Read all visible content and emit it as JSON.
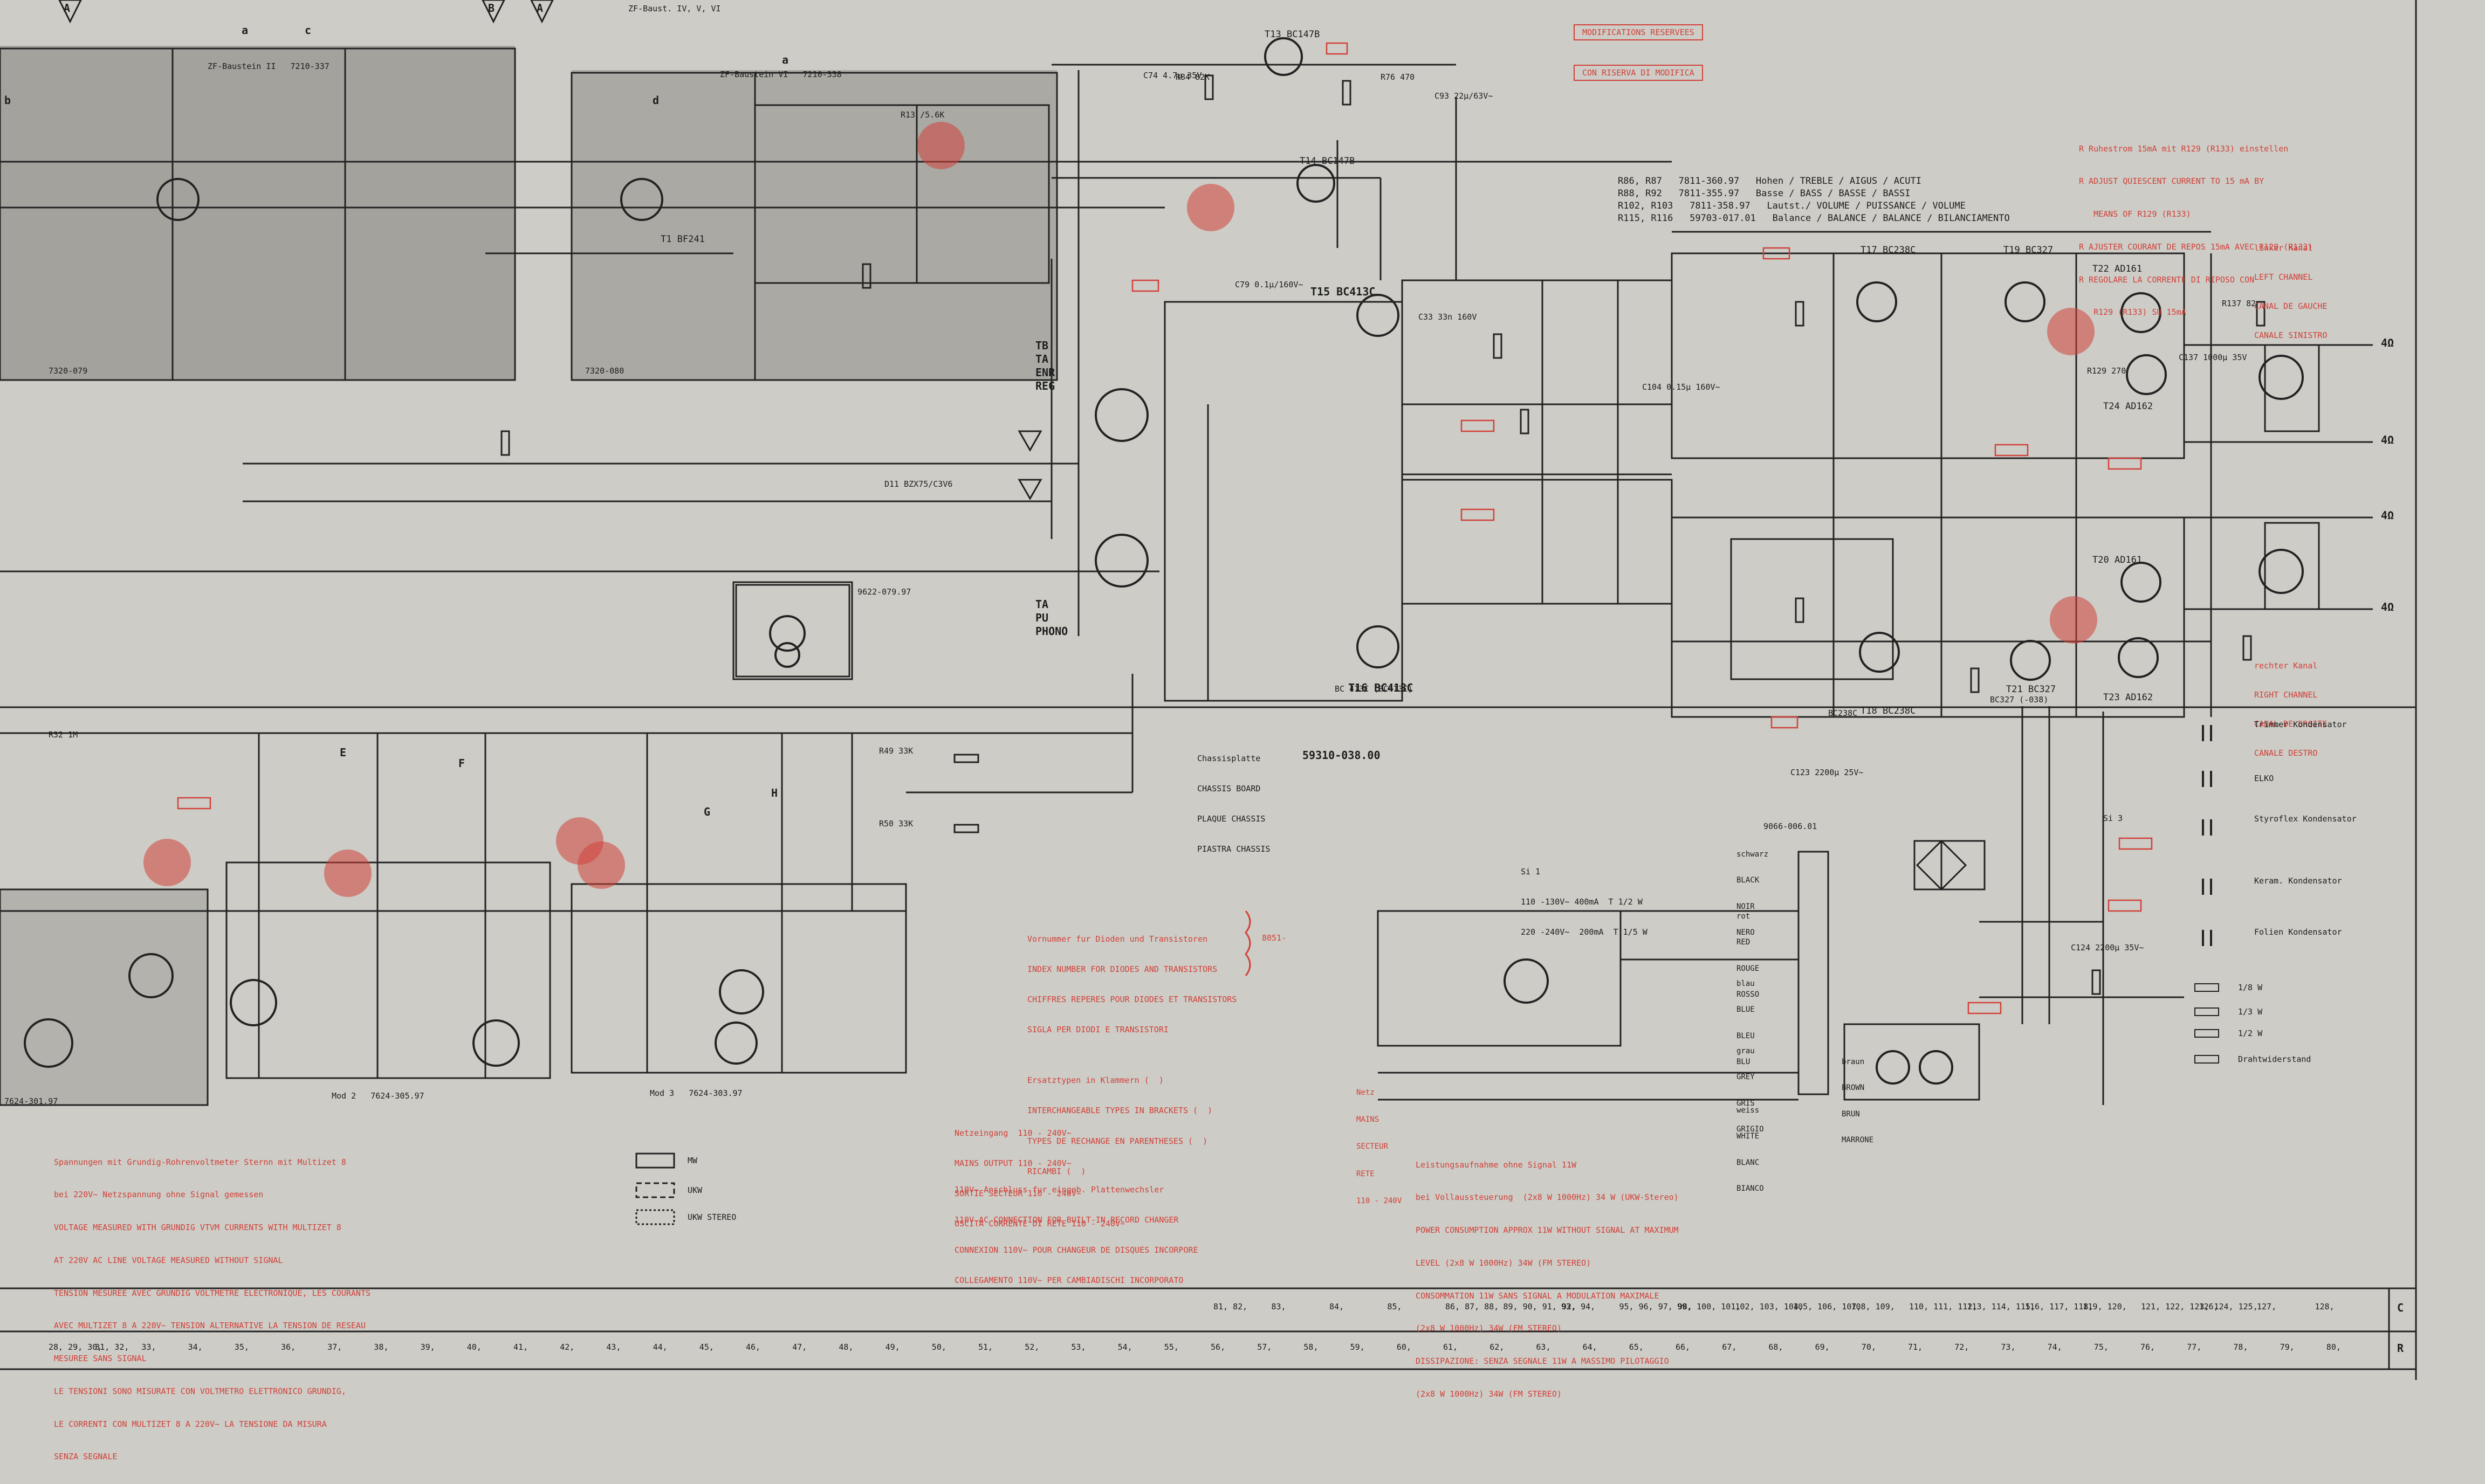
{
  "colors": {
    "ink": "#1e1e1e",
    "red": "#d2413a",
    "paper": "#cdccc6",
    "shaded": "#9c9b96"
  },
  "header": {
    "modifications_reserved": "MODIFICATIONS RESERVEES",
    "con_riserva": "CON RISERVA DI MODIFICA",
    "zf_baustein_vi": "ZF-Baust. IV, V, VI",
    "zf_baustein_ii": "ZF-Baustein II   7210-337",
    "zf_baustein_v": "ZF-Baustein VI   7210-338"
  },
  "top_terminals": [
    "A",
    "B",
    "A"
  ],
  "module_numbers": {
    "m7320_079": "7320-079",
    "m7320_080": "7320-080",
    "m9622_079": "9622-079.97",
    "mod2": "Mod 2   7624-305.97",
    "mod3": "Mod 3   7624-303.97",
    "m9066": "9066-006.01",
    "m7624_301": "7624-301.97"
  },
  "circle_labels": [
    "a",
    "b",
    "c",
    "d",
    "E",
    "F",
    "G",
    "H",
    "a"
  ],
  "parts_list": [
    {
      "ref": "R86, R87",
      "num": "7811-360.97",
      "desc": "Hohen / TREBLE / AIGUS / ACUTI"
    },
    {
      "ref": "R88, R92",
      "num": "7811-355.97",
      "desc": "Basse / BASS / BASSE / BASSI"
    },
    {
      "ref": "R102, R103",
      "num": "7811-358.97",
      "desc": "Lautst./ VOLUME / PUISSANCE / VOLUME"
    },
    {
      "ref": "R115, R116",
      "num": "59703-017.01",
      "desc": "Balance / BALANCE / BALANCE / BILANCIAMENTO"
    }
  ],
  "adjust_note": [
    "R Ruhestrom 15mA mit R129 (R133) einstellen",
    "R ADJUST QUIESCENT CURRENT TO 15 mA BY",
    "   MEANS OF R129 (R133)",
    "R AJUSTER COURANT DE REPOS 15mA AVEC R129 (R133)",
    "R REGOLARE LA CORRENTE DI RIPOSO CON",
    "   R129 (R133) SU 15mA"
  ],
  "left_channel": [
    "linker Kanal",
    "LEFT CHANNEL",
    "CANAL DE GAUCHE",
    "CANALE SINISTRO"
  ],
  "right_channel": [
    "rechter Kanal",
    "RIGHT CHANNEL",
    "CANAL DE DROITE",
    "CANALE DESTRO"
  ],
  "transistors": [
    {
      "name": "T13",
      "type": "BC147B"
    },
    {
      "name": "T14",
      "type": "BC147B"
    },
    {
      "name": "T15",
      "type": "BC413C"
    },
    {
      "name": "T16",
      "type": "BC413C"
    },
    {
      "name": "T17",
      "type": "BC238C"
    },
    {
      "name": "T18",
      "type": "BC238C"
    },
    {
      "name": "T19",
      "type": "BC327"
    },
    {
      "name": "T20",
      "type": "AD161"
    },
    {
      "name": "T21",
      "type": "BC327"
    },
    {
      "name": "T22",
      "type": "AD161"
    },
    {
      "name": "T23",
      "type": "AD162"
    },
    {
      "name": "T24",
      "type": "AD162"
    },
    {
      "name": "T1",
      "type": "BF241"
    }
  ],
  "inputs": [
    "TB",
    "TA",
    "ENR",
    "REG",
    "TA",
    "PU",
    "PHONO"
  ],
  "chassis_note": [
    "Chassisplatte",
    "CHASSIS BOARD",
    "PLAQUE CHASSIS",
    "PIASTRA CHASSIS"
  ],
  "chassis_number": "59310-038.00",
  "index_note": [
    "Vornummer fur Dioden und Transistoren",
    "INDEX NUMBER FOR DIODES AND TRANSISTORS",
    "CHIFFRES REPERES POUR DIODES ET TRANSISTORS",
    "SIGLA PER DIODI E TRANSISTORI",
    "",
    "Ersatztypen in Klammern (  )",
    "INTERCHANGEABLE TYPES IN BRACKETS (  )",
    "TYPES DE RECHANGE EN PARENTHESES (  )",
    "RICAMBI (  )"
  ],
  "index_code": "8051-",
  "netz_note": [
    "Netzeingang  110 - 240V~",
    "MAINS OUTPUT 110 - 240V~",
    "SORTIE SECTEUR 110 - 240V~",
    "USCITA CORRENTE DI RETE 110 - 240V~"
  ],
  "anschluss_note": [
    "110V~ Anschluss fur eingeb. Plattenwechsler",
    "110V AC CONNECTION FOR BUILT-IN RECORD CHANGER",
    "CONNEXION 110V~ POUR CHANGEUR DE DISQUES INCORPORE",
    "COLLEGAMENTO 110V~ PER CAMBIADISCHI INCORPORATO"
  ],
  "measure_note": [
    "Spannungen mit Grundig-Rohrenvoltmeter Sternn mit Multizet 8",
    "bei 220V~ Netzspannung ohne Signal gemessen",
    "VOLTAGE MEASURED WITH GRUNDIG VTVM CURRENTS WITH MULTIZET 8",
    "AT 220V AC LINE VOLTAGE MEASURED WITHOUT SIGNAL",
    "TENSION MESUREE AVEC GRUNDIG VOLTMETRE ELECTRONIQUE, LES COURANTS",
    "AVEC MULTIZET 8 A 220V~ TENSION ALTERNATIVE LA TENSION DE RESEAU",
    "MESUREE SANS SIGNAL",
    "LE TENSIONI SONO MISURATE CON VOLTMETRO ELETTRONICO GRUNDIG,",
    "LE CORRENTI CON MULTIZET 8 A 220V~ LA TENSIONE DA MISURA",
    "SENZA SEGNALE"
  ],
  "mode_legend": [
    "MW",
    "UKW",
    "UKW STEREO"
  ],
  "power_note": [
    "Leistungsaufnahme ohne Signal 11W",
    "bei Vollaussteuerung  (2x8 W 1000Hz) 34 W (UKW-Stereo)",
    "POWER CONSUMPTION APPROX 11W WITHOUT SIGNAL AT MAXIMUM",
    "LEVEL (2x8 W 1000Hz) 34W (FM STEREO)",
    "CONSOMMATION 11W SANS SIGNAL A MODULATION MAXIMALE",
    "(2x8 W 1000Hz) 34W (FM STEREO)",
    "DISSIPAZIONE: SENZA SEGNALE 11W A MASSIMO PILOTAGGIO",
    "(2x8 W 1000Hz) 34W (FM STEREO)"
  ],
  "supply_text": [
    "Si 1",
    "110 -130V~ 400mA  T 1/2 W",
    "220 -240V~  200mA  T 1/5 W"
  ],
  "wire_colors": [
    "schwarz",
    "BLACK",
    "NOIR",
    "NERO",
    "rot",
    "RED",
    "ROUGE",
    "ROSSO",
    "blau",
    "BLUE",
    "BLEU",
    "BLU",
    "grau",
    "GREY",
    "GRIS",
    "GRIGIO",
    "weiss",
    "WHITE",
    "BLANC",
    "BIANCO",
    "braun",
    "BROWN",
    "BRUN",
    "MARRONE"
  ],
  "mains_label": [
    "Netz",
    "MAINS",
    "SECTEUR",
    "RETE",
    "110 - 240V"
  ],
  "cap_legend": [
    {
      "sym": "=",
      "label": "Trimmer Kondensator"
    },
    {
      "sym": "=",
      "label": "ELKO"
    },
    {
      "sym": "=",
      "label": "Styroflex Kondensator"
    },
    {
      "sym": "=",
      "label": "Keram. Kondensator"
    },
    {
      "sym": "=",
      "label": "Folien Kondensator"
    },
    {
      "sym": "=",
      "label": "1/8 W"
    },
    {
      "sym": "=",
      "label": "1/3 W"
    },
    {
      "sym": "=",
      "label": "1/2 W"
    },
    {
      "sym": "=",
      "label": "Drahtwiderstand"
    }
  ],
  "output_labels": [
    "4Ω",
    "4Ω",
    "4Ω",
    "4Ω"
  ],
  "fuse": "Si 3",
  "bottom_ref_row1": [
    "81, 82,",
    "83,",
    "84,",
    "85,",
    "86, 87, 88,",
    "89, 90, 91, 92,",
    "93, 94,",
    "95, 96, 97, 98,",
    "99, 100, 101,",
    "102, 103, 104,",
    "105, 106, 107,",
    "108, 109,",
    "110, 111, 112,",
    "113, 114, 115,",
    "116, 117, 118,",
    "119, 120,",
    "121, 122, 123, 124, 125,",
    "126,",
    "127,",
    "128,"
  ],
  "bottom_ref_row2": [
    "28, 29, 30,",
    "31, 32,",
    "33,",
    "34,",
    "35,",
    "36,",
    "37,",
    "38,",
    "39,",
    "40,",
    "41,",
    "42,",
    "43,",
    "44,",
    "45,",
    "46,",
    "47,",
    "48,",
    "49,",
    "50,",
    "51,",
    "52,",
    "53,",
    "54,",
    "55,",
    "56,",
    "57,",
    "58,",
    "59,",
    "60,",
    "61,",
    "62,",
    "63,",
    "64,",
    "65,",
    "66,",
    "67,",
    "68,",
    "69,",
    "70,",
    "71,",
    "72,",
    "73,",
    "74,",
    "75,",
    "76,",
    "77,",
    "78,",
    "79,",
    "80,"
  ],
  "bottom_side": [
    "C",
    "R"
  ]
}
